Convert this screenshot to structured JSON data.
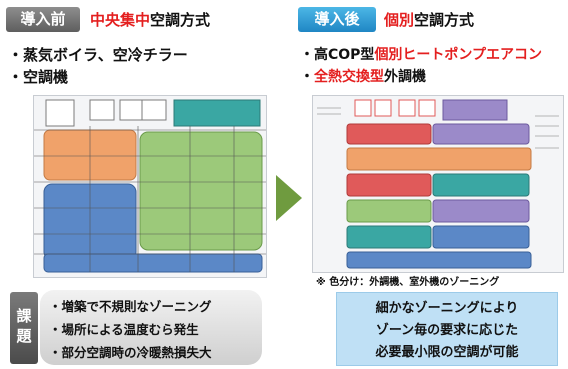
{
  "before": {
    "tag": "導入前",
    "title_red": "中央集中",
    "title_black": "空調方式",
    "bullets": [
      "・蒸気ボイラ、空冷チラー",
      "・空調機"
    ]
  },
  "after": {
    "tag": "導入後",
    "title_red": "個別",
    "title_black": "空調方式",
    "bullet1_prefix": "・高COP型",
    "bullet1_red": "個別ヒートポンプエアコン",
    "bullet2_prefix": "・",
    "bullet2_red": "全熱交換型",
    "bullet2_suffix": "外調機",
    "note": "※ 色分け：外調機、室外機のゾーニング"
  },
  "issues": {
    "label_chars": [
      "課",
      "題"
    ],
    "lines": [
      "・増築で不規則なゾーニング",
      "・場所による温度むら発生",
      "・部分空調時の冷暖熱損失大"
    ]
  },
  "result": {
    "lines": [
      "細かなゾーニングにより",
      "ゾーン毎の要求に応じた",
      "必要最小限の空調が可能"
    ]
  },
  "colors": {
    "orange": "#f0a26a",
    "green": "#9cc97a",
    "blue": "#5b88c7",
    "teal": "#3aa7a3",
    "red": "#e05a5a",
    "purple": "#9b8ac9",
    "arrow": "#6f9b3f"
  }
}
